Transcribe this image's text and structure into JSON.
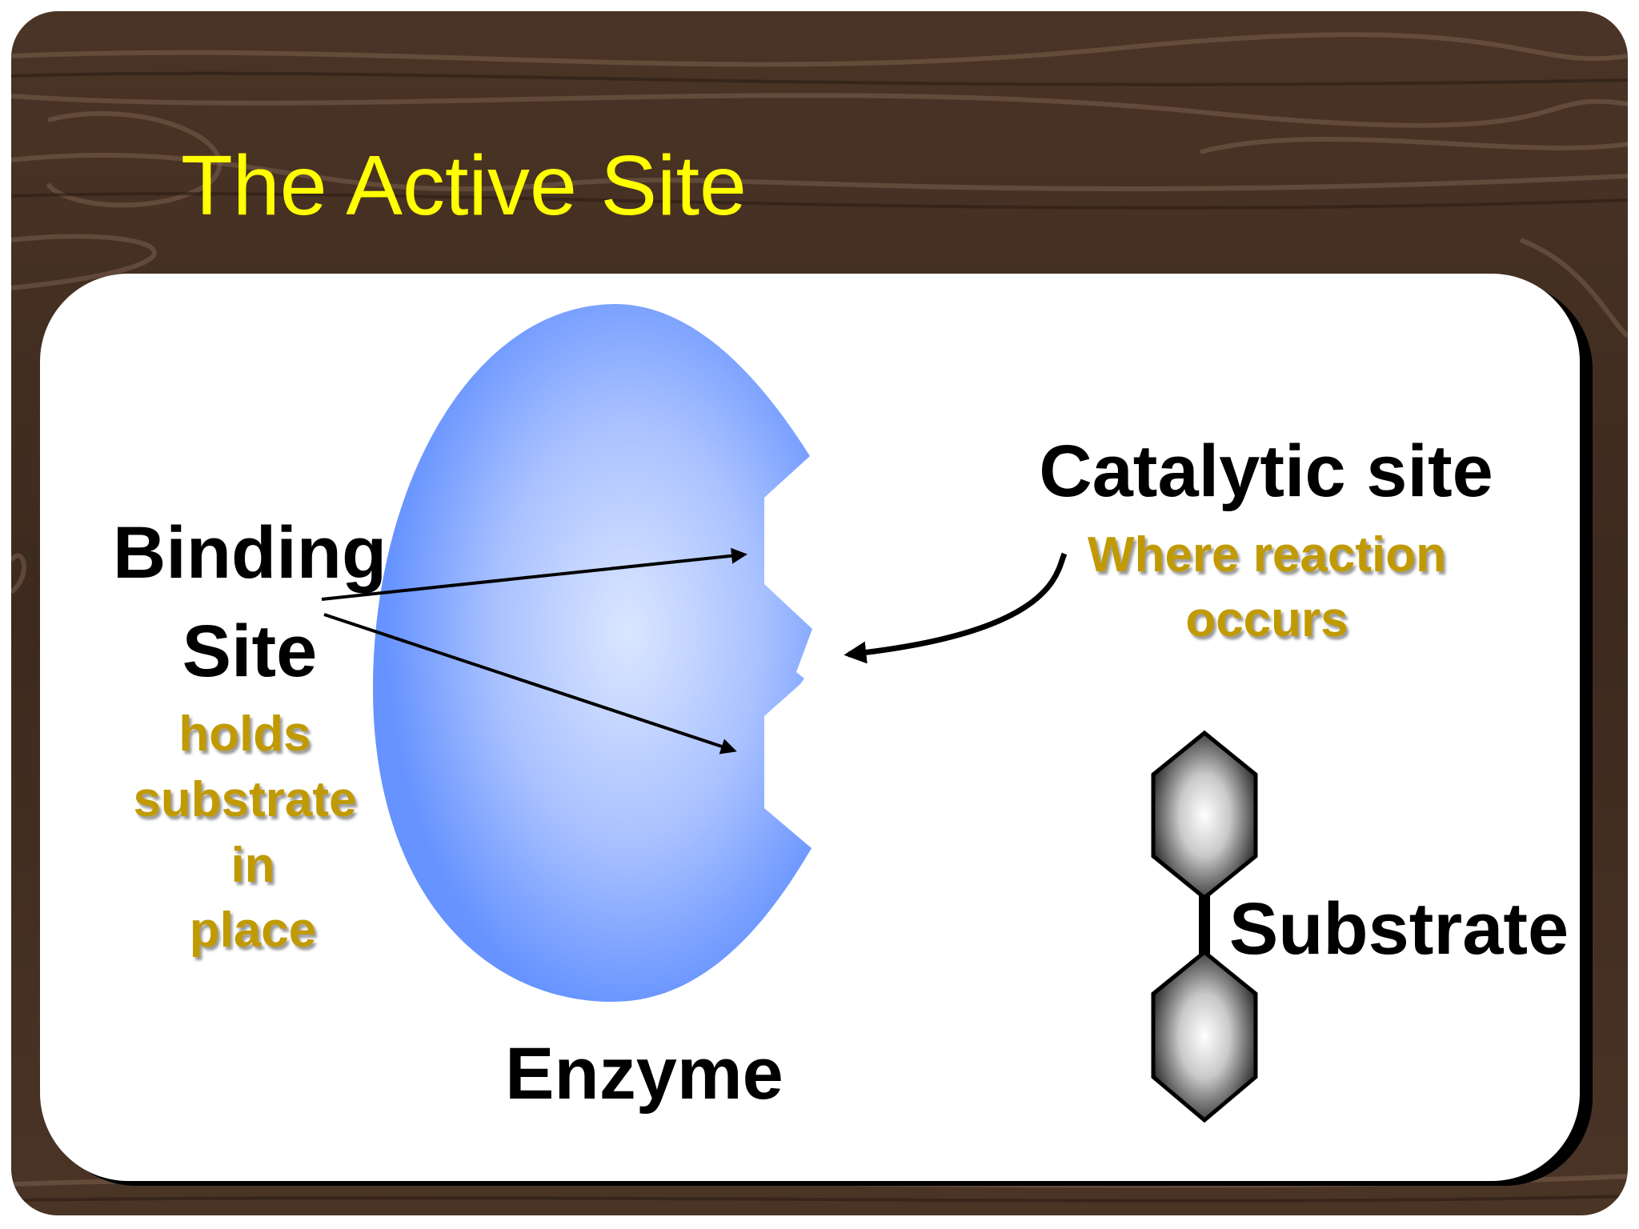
{
  "slide": {
    "title": "The Active Site"
  },
  "labels": {
    "binding_site_line1": "Binding",
    "binding_site_line2": "Site",
    "binding_desc_line1": "holds",
    "binding_desc_line2": "substrate",
    "binding_desc_line3": "in",
    "binding_desc_line4": "place",
    "catalytic_site": "Catalytic site",
    "catalytic_desc_line1": "Where reaction",
    "catalytic_desc_line2": "occurs",
    "enzyme": "Enzyme",
    "substrate": "Substrate"
  },
  "colors": {
    "wood_dark": "#3e2a1f",
    "wood_light": "#6b5141",
    "title_yellow": "#ffff00",
    "enzyme_blue": "#6693ff",
    "enzyme_light": "#d6e2ff",
    "gold_text": "#c09a00",
    "label_black": "#000000",
    "panel_white": "#ffffff"
  }
}
